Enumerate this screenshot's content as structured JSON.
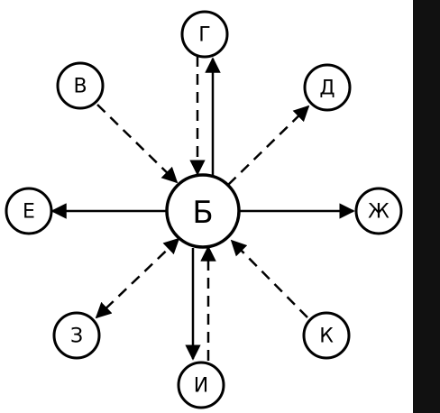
{
  "diagram": {
    "center": {
      "label": "Б"
    },
    "nodes": [
      {
        "id": "G",
        "label": "Г"
      },
      {
        "id": "V",
        "label": "В"
      },
      {
        "id": "D",
        "label": "Д"
      },
      {
        "id": "E",
        "label": "Е"
      },
      {
        "id": "ZH",
        "label": "Ж"
      },
      {
        "id": "Z",
        "label": "З"
      },
      {
        "id": "I",
        "label": "И"
      },
      {
        "id": "K",
        "label": "К"
      }
    ],
    "edges": [
      {
        "from": "Б",
        "to": "Г",
        "style": "solid"
      },
      {
        "from": "Г",
        "to": "Б",
        "style": "dashed"
      },
      {
        "from": "В",
        "to": "Б",
        "style": "dashed"
      },
      {
        "from": "Б",
        "to": "Д",
        "style": "dashed"
      },
      {
        "from": "Б",
        "to": "Е",
        "style": "solid"
      },
      {
        "from": "Б",
        "to": "Ж",
        "style": "solid"
      },
      {
        "from": "Б",
        "to": "З",
        "style": "dashed",
        "bidirectional": true
      },
      {
        "from": "Б",
        "to": "И",
        "style": "solid"
      },
      {
        "from": "И",
        "to": "Б",
        "style": "dashed"
      },
      {
        "from": "К",
        "to": "Б",
        "style": "dashed"
      }
    ]
  }
}
